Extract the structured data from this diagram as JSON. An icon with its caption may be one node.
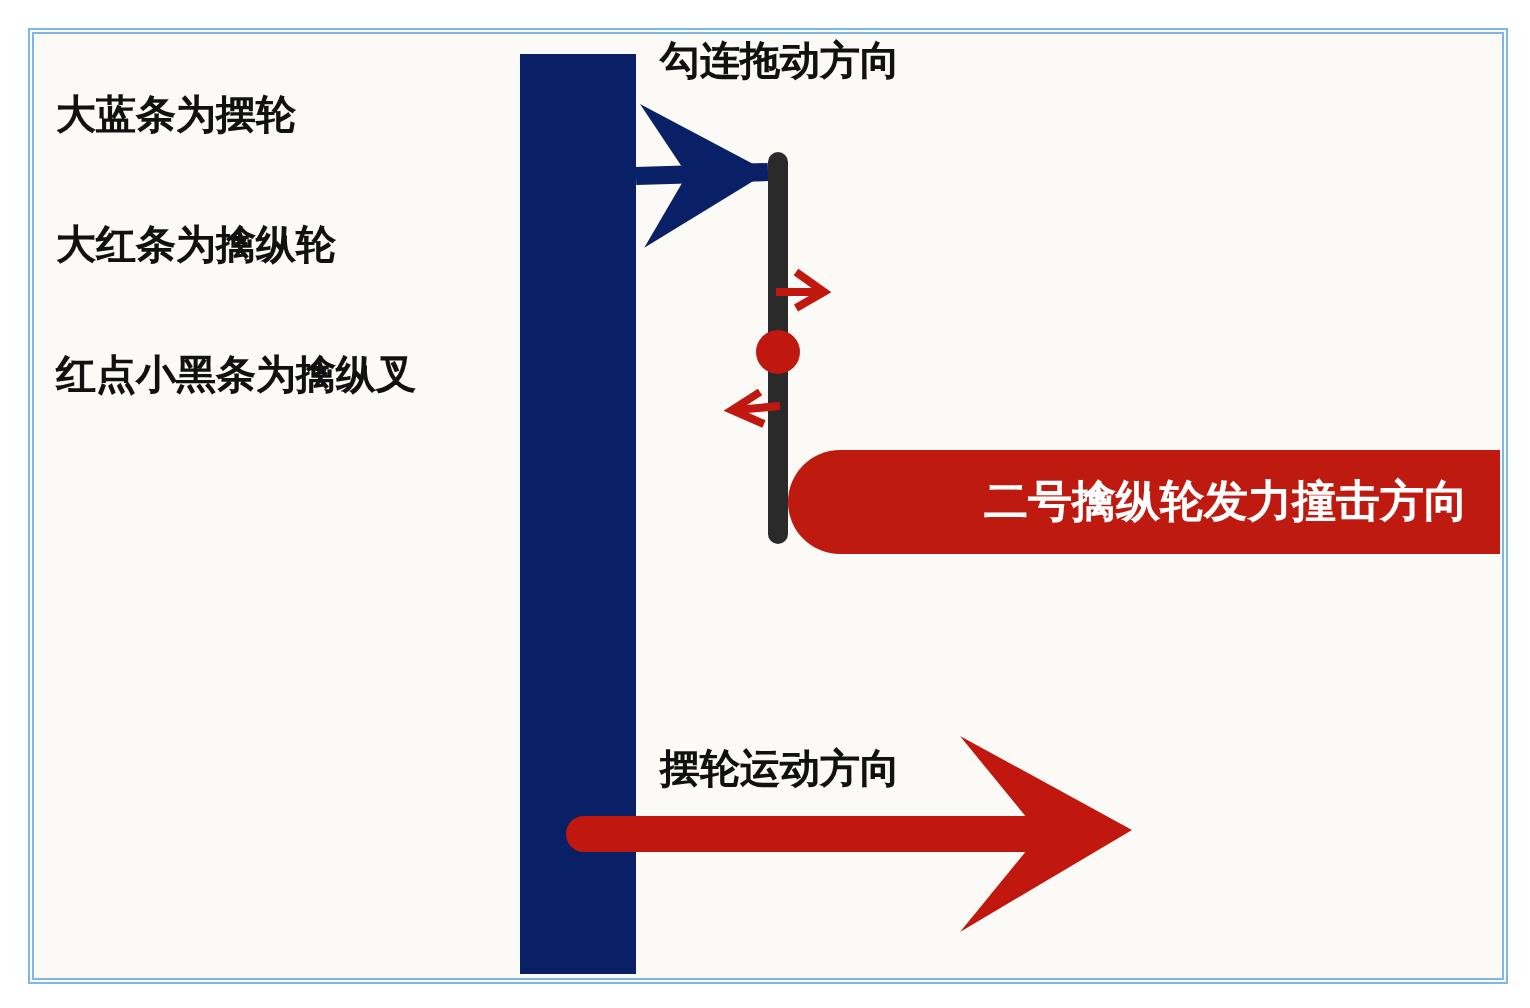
{
  "diagram": {
    "nodes": [
      {
        "text": [],
        "shape": "bar"
      },
      {
        "text": [],
        "shape": "bar"
      },
      {
        "text": [
          "二号擒纵轮发力撞击方向"
        ]
      }
    ],
    "edges": [
      {
        "from": 0,
        "to": 1,
        "arrow": "to",
        "label": "勾连拖动方向",
        "color": "#0a2066"
      }
    ],
    "labels": [
      "大蓝条为摆轮",
      "大红条为擒纵轮",
      "红点小黑条为擒纵叉",
      "摆轮运动方向"
    ]
  }
}
